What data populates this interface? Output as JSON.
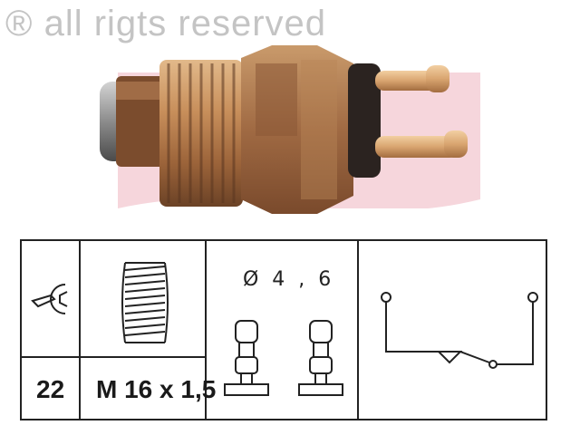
{
  "watermark": {
    "text": "® all rigts reserved"
  },
  "spec": {
    "wrench_size": "22",
    "thread": "M 16 x 1,5",
    "connector_diameter": "Ø 4 , 6"
  },
  "icons": [
    "wrench-icon",
    "thread-icon",
    "spade-connector-icon",
    "switch-schematic-icon"
  ],
  "colors": {
    "brand_pink": "#f6d6dc",
    "metal_copper": "#b87f4a",
    "line": "#222222"
  }
}
